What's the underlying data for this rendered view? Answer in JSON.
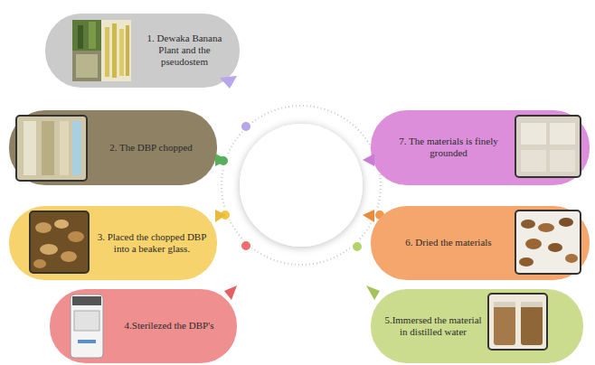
{
  "diagram": {
    "nodes": [
      {
        "text": [
          "1. Dewaka Banana Plant and the pseudostem"
        ]
      },
      {
        "text": [
          "2. The DBP chopped"
        ]
      },
      {
        "text": [
          "3. Placed the chopped DBP into a beaker glass."
        ]
      },
      {
        "text": [
          "4.Sterilezed the DBP's"
        ]
      },
      {
        "text": [
          "5.Immersed the material in distilled water"
        ]
      },
      {
        "text": [
          "6. Dried the materials"
        ]
      },
      {
        "text": [
          "7. The materials is finely grounded"
        ]
      }
    ]
  }
}
